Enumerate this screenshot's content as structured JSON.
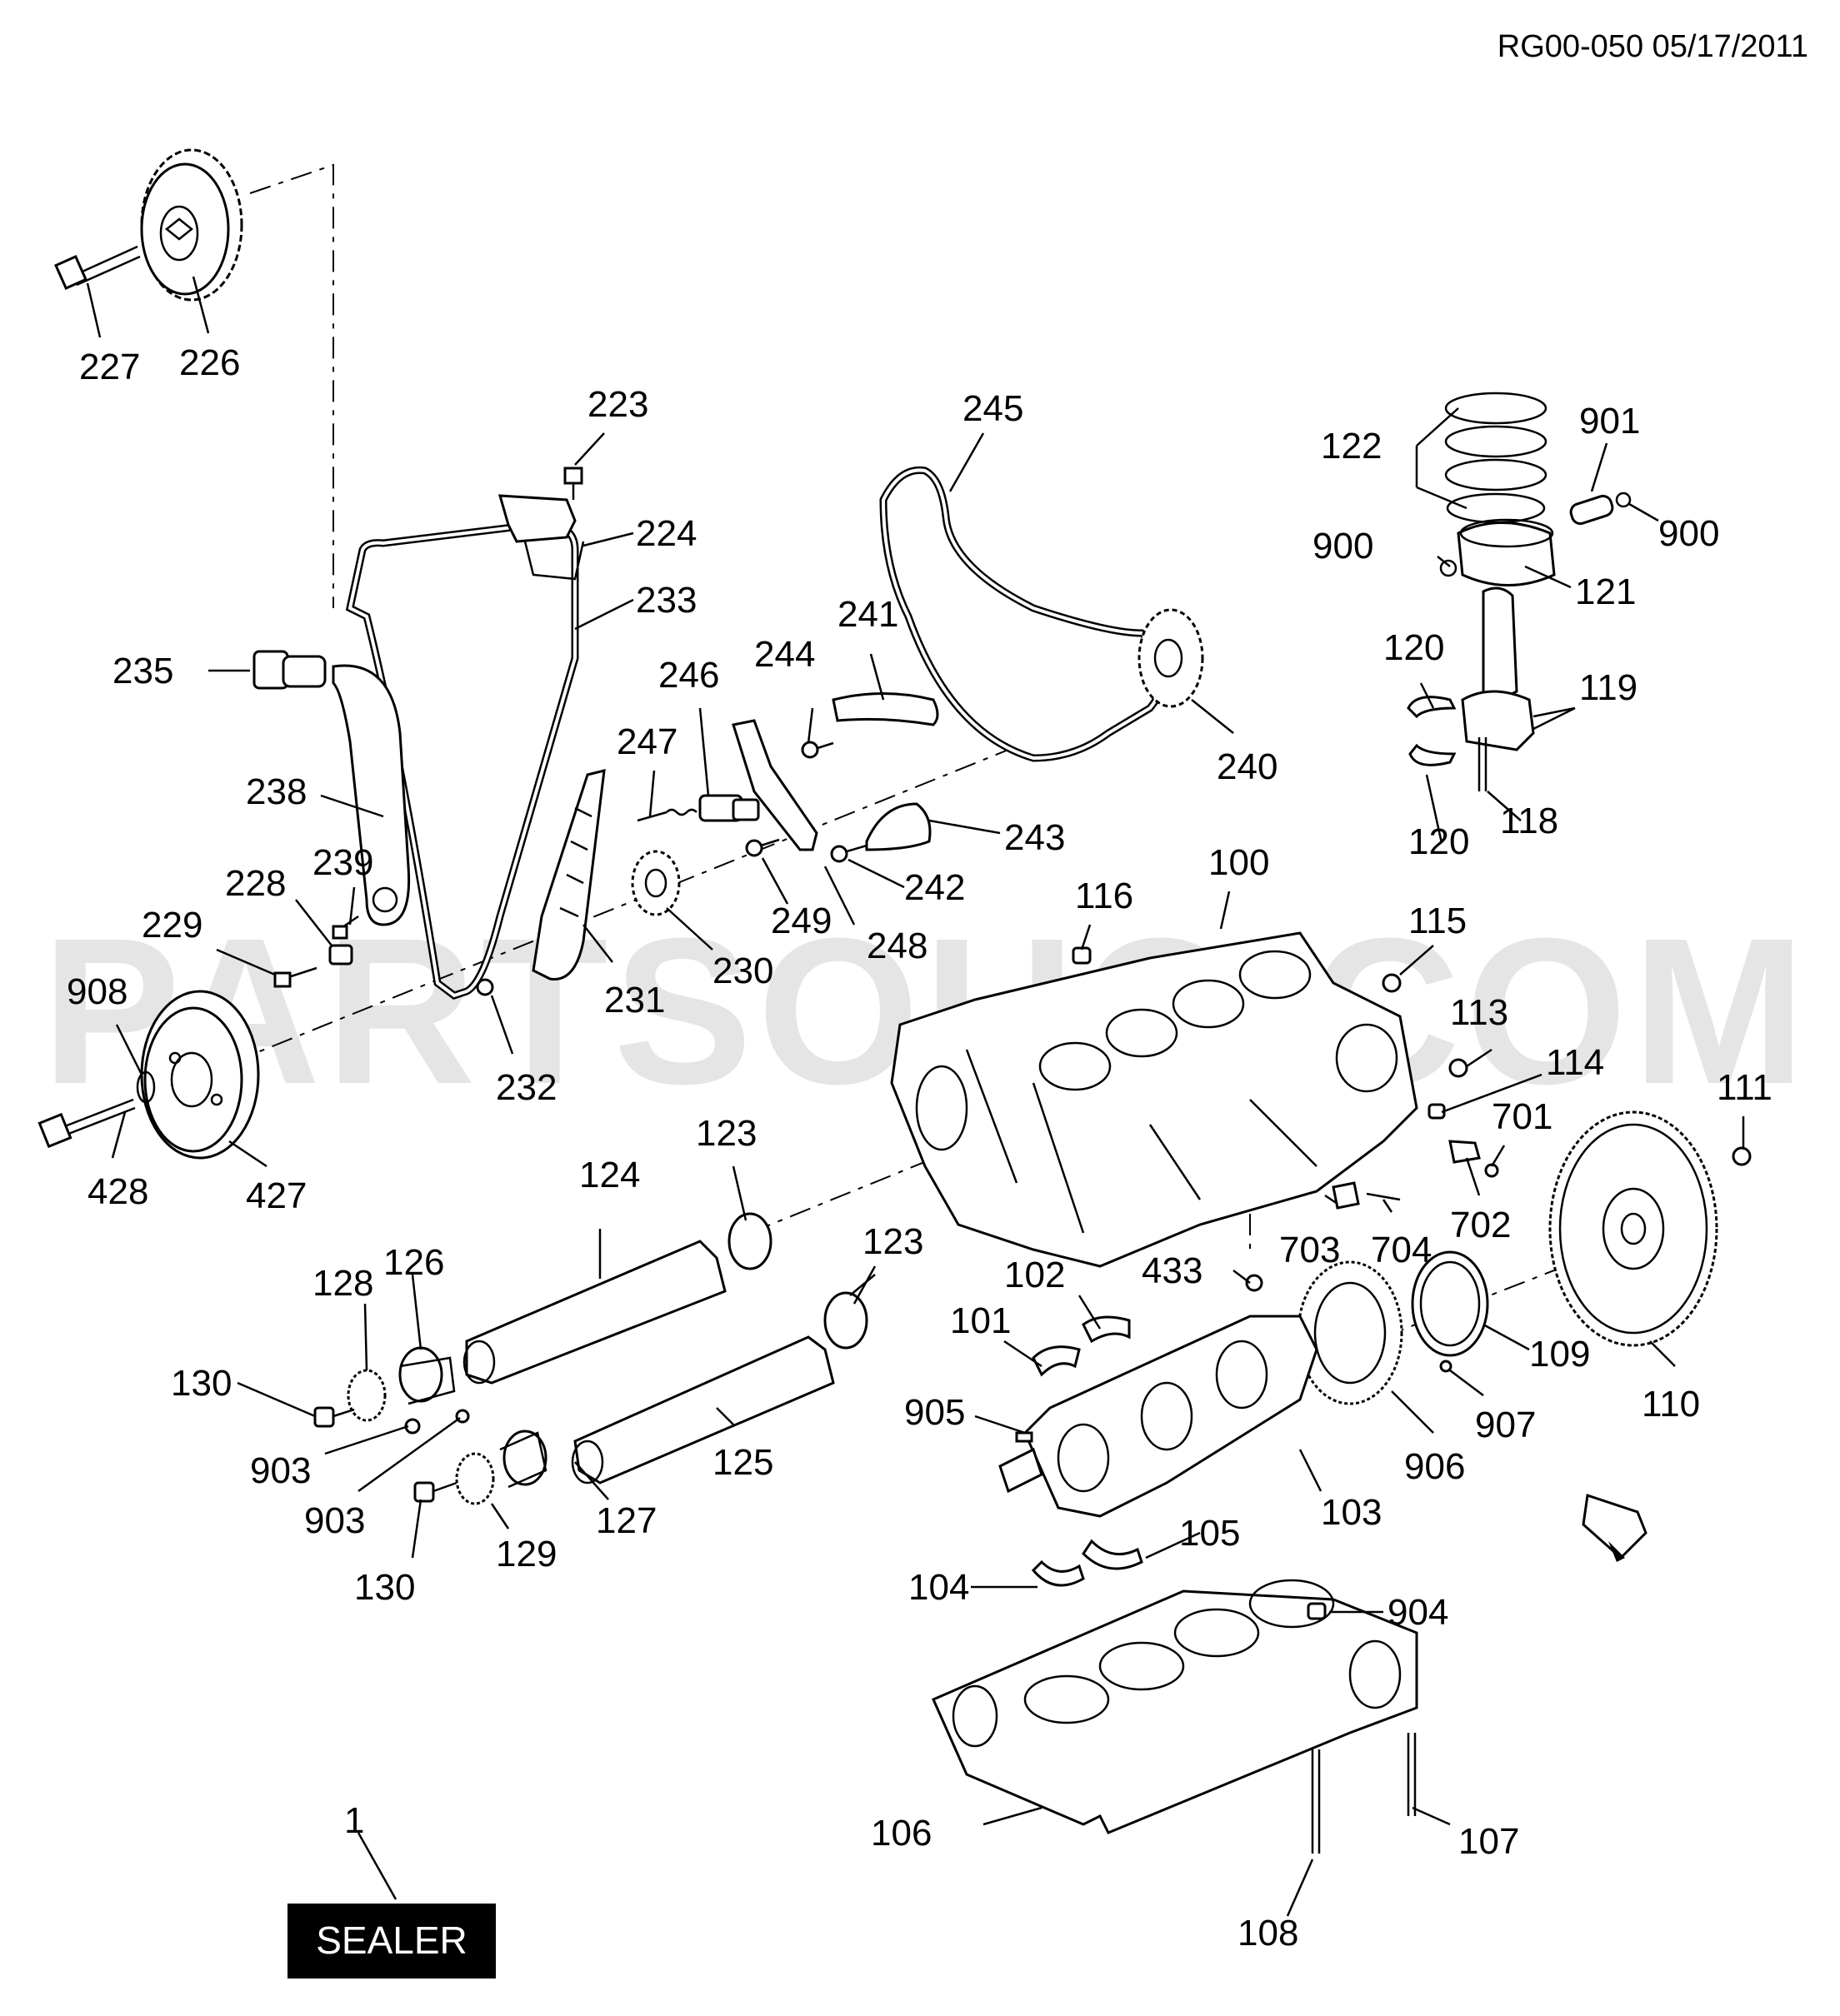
{
  "header": {
    "reference": "RG00-050 05/17/2011"
  },
  "watermark": "PARTSOUQ.COM",
  "sealer": {
    "callout": "1",
    "label": "SEALER"
  },
  "callouts": [
    "227",
    "226",
    "223",
    "224",
    "233",
    "245",
    "122",
    "901",
    "900",
    "900",
    "121",
    "235",
    "241",
    "244",
    "246",
    "120",
    "119",
    "238",
    "247",
    "240",
    "243",
    "239",
    "228",
    "242",
    "229",
    "249",
    "230",
    "248",
    "118",
    "120",
    "116",
    "100",
    "115",
    "908",
    "231",
    "232",
    "113",
    "114",
    "111",
    "701",
    "123",
    "124",
    "702",
    "703",
    "704",
    "428",
    "427",
    "433",
    "102",
    "128",
    "126",
    "123",
    "101",
    "109",
    "110",
    "130",
    "905",
    "907",
    "906",
    "903",
    "103",
    "125",
    "127",
    "903",
    "105",
    "129",
    "104",
    "130",
    "904",
    "106",
    "107",
    "108"
  ]
}
